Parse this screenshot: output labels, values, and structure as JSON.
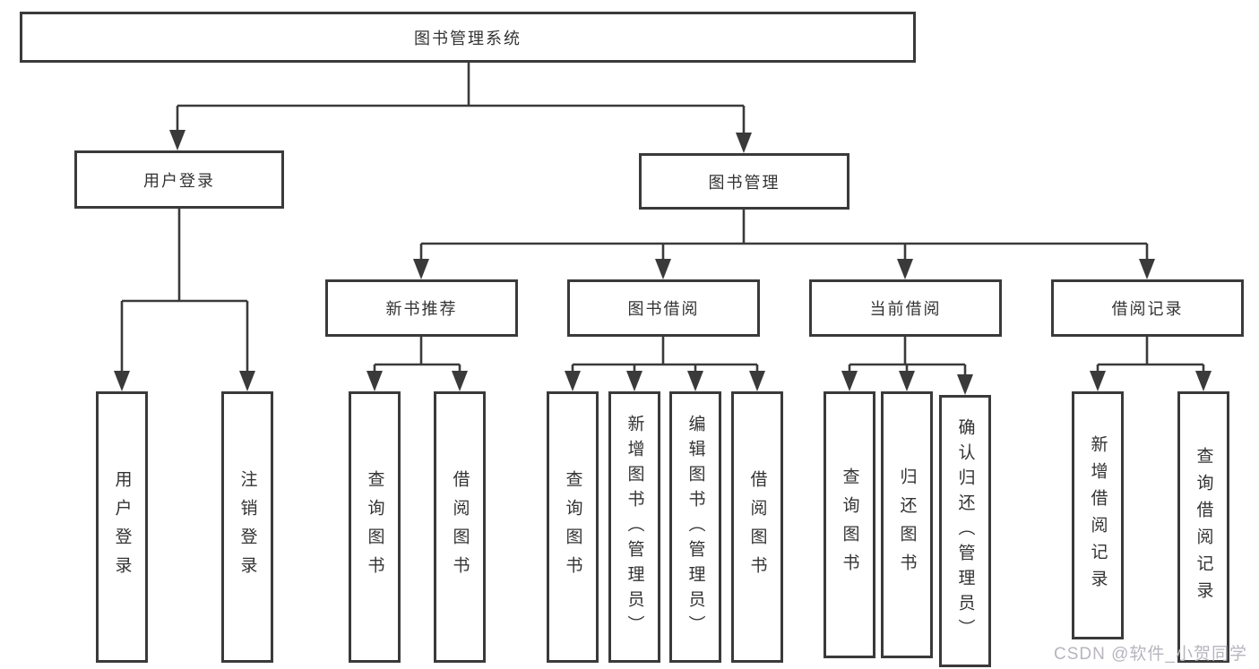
{
  "diagram": {
    "type": "hierarchy-tree",
    "title": "图书管理系统",
    "colors": {
      "line": "#3a3a3a",
      "box_border": "#3a3a3a",
      "box_background": "#ffffff",
      "text": "#333333",
      "watermark_text": "#b8b5bd",
      "page_background": "#ffffff"
    },
    "nodes": {
      "root": "图书管理系统",
      "user_login": "用户登录",
      "book_mgmt": "图书管理",
      "new_book_rec": "新书推荐",
      "book_borrow": "图书借阅",
      "current_borrow": "当前借阅",
      "borrow_records": "借阅记录",
      "leaf_user_login": "用户登录",
      "leaf_logout": "注销登录",
      "leaf_query_book_1": "查询图书",
      "leaf_borrow_book_1": "借阅图书",
      "leaf_query_book_2": "查询图书",
      "leaf_add_book_admin": "新增图书（管理员）",
      "leaf_edit_book_admin": "编辑图书（管理员）",
      "leaf_borrow_book_2": "借阅图书",
      "leaf_query_book_3": "查询图书",
      "leaf_return_book": "归还图书",
      "leaf_confirm_return_admin": "确认归还（管理员）",
      "leaf_add_borrow_record": "新增借阅记录",
      "leaf_query_borrow_record": "查询借阅记录"
    },
    "tree": {
      "label": "图书管理系统",
      "children": [
        {
          "label": "用户登录",
          "children": [
            {
              "label": "用户登录"
            },
            {
              "label": "注销登录"
            }
          ]
        },
        {
          "label": "图书管理",
          "children": [
            {
              "label": "新书推荐",
              "children": [
                {
                  "label": "查询图书"
                },
                {
                  "label": "借阅图书"
                }
              ]
            },
            {
              "label": "图书借阅",
              "children": [
                {
                  "label": "查询图书"
                },
                {
                  "label": "新增图书（管理员）"
                },
                {
                  "label": "编辑图书（管理员）"
                },
                {
                  "label": "借阅图书"
                }
              ]
            },
            {
              "label": "当前借阅",
              "children": [
                {
                  "label": "查询图书"
                },
                {
                  "label": "归还图书"
                },
                {
                  "label": "确认归还（管理员）"
                }
              ]
            },
            {
              "label": "借阅记录",
              "children": [
                {
                  "label": "新增借阅记录"
                },
                {
                  "label": "查询借阅记录"
                }
              ]
            }
          ]
        }
      ]
    },
    "watermark": "CSDN @软件_小贺同学"
  }
}
